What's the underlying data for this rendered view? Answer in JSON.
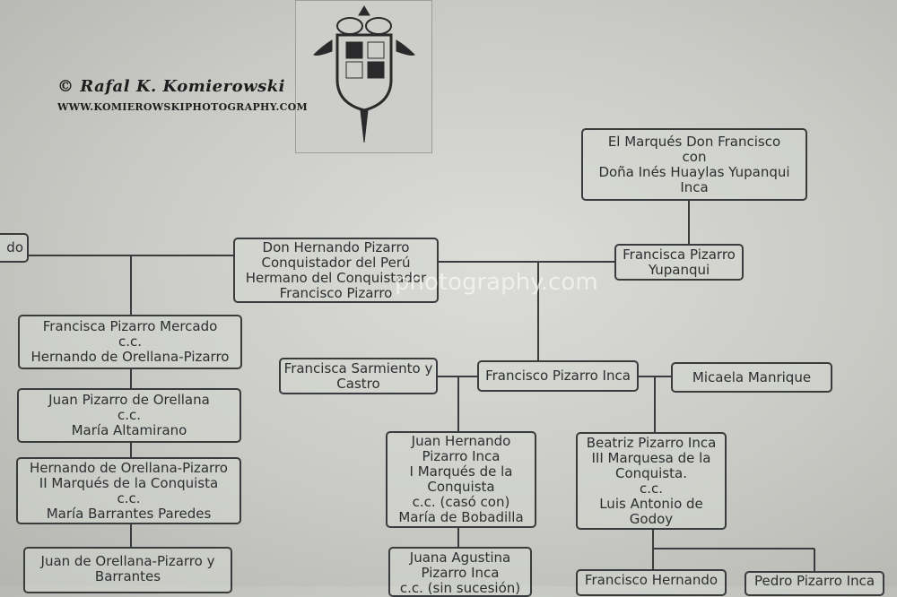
{
  "watermark": {
    "name": "© Rafal K. Komierowski",
    "url": "WWW.KOMIEROWSKIPHOTOGRAPHY.COM",
    "center": "photography.com"
  },
  "colors": {
    "line": "#3a3b3e",
    "text": "#2d2e31",
    "wall": "#d4d5d0"
  },
  "nodes": {
    "marques": [
      "El Marqués Don Francisco",
      "con",
      "Doña Inés Huaylas Yupanqui",
      "Inca"
    ],
    "hernando_left": [
      "do"
    ],
    "don_hernando": [
      "Don Hernando Pizarro",
      "Conquistador del Perú",
      "Hermano del Conquistador",
      "Francisco Pizarro"
    ],
    "francisca_yupanqui": [
      "Francisca Pizarro",
      "Yupanqui"
    ],
    "francisca_mercado": [
      "Francisca Pizarro Mercado",
      "c.c.",
      "Hernando de Orellana-Pizarro"
    ],
    "juan_orellana": [
      "Juan Pizarro de Orellana",
      "c.c.",
      "María Altamirano"
    ],
    "hernando_orellana": [
      "Hernando de Orellana-Pizarro",
      "II Marqués de la Conquista",
      "c.c.",
      "María Barrantes Paredes"
    ],
    "juan_orellana_barrantes": [
      "Juan de Orellana-Pizarro y",
      "Barrantes"
    ],
    "francisca_sarmiento": [
      "Francisca Sarmiento y",
      "Castro"
    ],
    "francisco_inca": [
      "Francisco Pizarro Inca"
    ],
    "micaela": [
      "Micaela Manrique"
    ],
    "juan_hernando": [
      "Juan Hernando",
      "Pizarro Inca",
      "I Marqués de la",
      "Conquista",
      "c.c. (casó con)",
      "María de Bobadilla"
    ],
    "beatriz": [
      "Beatriz Pizarro Inca",
      "III Marquesa de la",
      "Conquista.",
      "c.c.",
      "Luis Antonio de",
      "Godoy"
    ],
    "juana_agustina": [
      "Juana Agustina",
      "Pizarro Inca",
      "c.c. (sin sucesión)"
    ],
    "francisco_hernando": [
      "Francisco Hernando"
    ],
    "pedro": [
      "Pedro Pizarro Inca"
    ]
  }
}
